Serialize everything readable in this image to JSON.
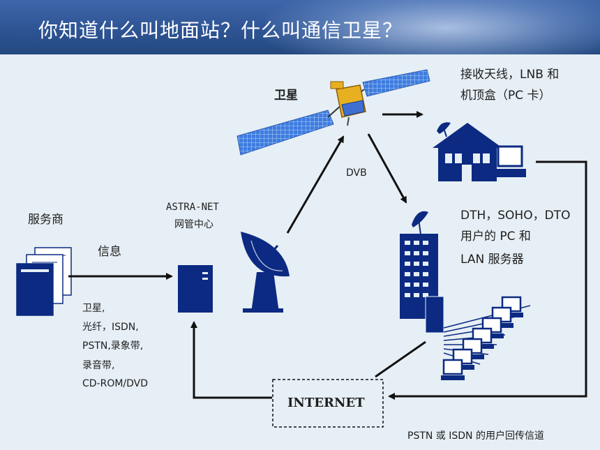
{
  "header": {
    "title": "你知道什么叫地面站？什么叫通信卫星？"
  },
  "diagram": {
    "satellite_label": "卫星",
    "receiver_label_line1": "接收天线，LNB 和",
    "receiver_label_line2": "机顶盒（PC 卡）",
    "dvb_label": "DVB",
    "center_label_line1": "ASTRA-NET",
    "center_label_line2": "网管中心",
    "provider_label": "服务商",
    "info_label": "信息",
    "media_list": [
      "卫星,",
      "光纤，ISDN,",
      "PSTN,录象带,",
      "录音带,",
      "CD-ROM/DVD"
    ],
    "users_label_line1": "DTH，SOHO，DTO",
    "users_label_line2": "用户的 PC 和",
    "users_label_line3": "LAN 服务器",
    "internet_label": "INTERNET",
    "return_label": "PSTN 或 ISDN 的用户回传信道"
  },
  "colors": {
    "header": "#2e5494",
    "background": "#e6eff5",
    "navy": "#0c2a82",
    "accent_blue": "#3b6fd4",
    "gold": "#e3a71e"
  }
}
